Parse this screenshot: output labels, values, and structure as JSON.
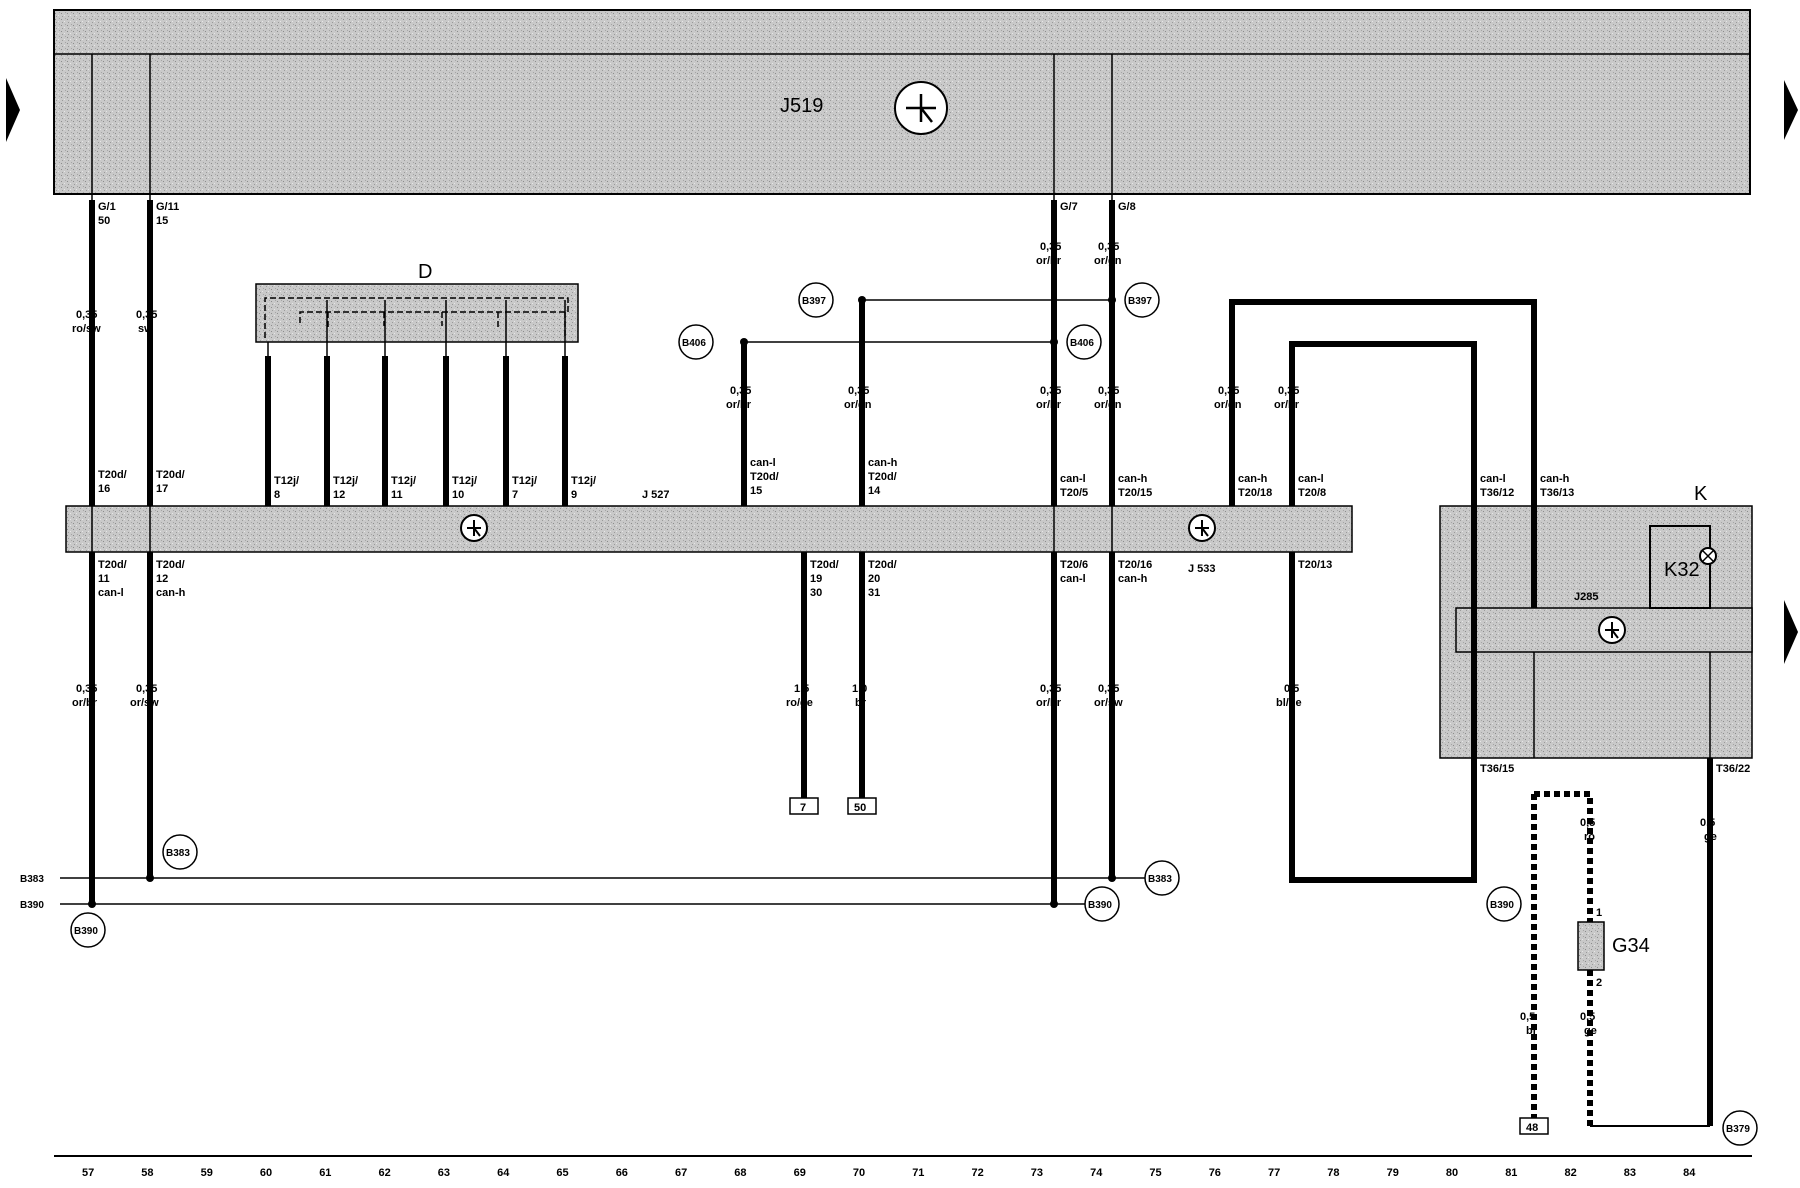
{
  "modules": {
    "j519": "J519",
    "j527": "J 527",
    "j533": "J 533",
    "j285": "J285",
    "k": "K",
    "k32": "K32",
    "d": "D",
    "g34": "G34"
  },
  "top_pins": {
    "p1": [
      "G/1",
      "50"
    ],
    "p2": [
      "G/11",
      "15"
    ],
    "p3": [
      "G/7"
    ],
    "p4": [
      "G/8"
    ]
  },
  "wires_top": {
    "w1": [
      "0,35",
      "ro/sw"
    ],
    "w2": [
      "0,35",
      "sw"
    ],
    "w3": [
      "0,35",
      "or/br"
    ],
    "w4": [
      "0,35",
      "or/gn"
    ]
  },
  "wires_mid": {
    "w68": [
      "0,35",
      "or/br"
    ],
    "w70": [
      "0,35",
      "or/gn"
    ],
    "w73": [
      "0,35",
      "or/br"
    ],
    "w74": [
      "0,35",
      "or/gn"
    ],
    "w76": [
      "0,35",
      "or/gn"
    ],
    "w77": [
      "0,35",
      "or/br"
    ]
  },
  "conn_j527_top": {
    "c57": [
      "T20d/",
      "16"
    ],
    "c58": [
      "T20d/",
      "17"
    ],
    "c60": [
      "T12j/",
      "8"
    ],
    "c61": [
      "T12j/",
      "12"
    ],
    "c62": [
      "T12j/",
      "11"
    ],
    "c63": [
      "T12j/",
      "10"
    ],
    "c64": [
      "T12j/",
      "7"
    ],
    "c65": [
      "T12j/",
      "9"
    ],
    "c68": [
      "can-l",
      "T20d/",
      "15"
    ],
    "c70": [
      "can-h",
      "T20d/",
      "14"
    ]
  },
  "conn_j533_top": {
    "c73": [
      "can-l",
      "T20/5"
    ],
    "c74": [
      "can-h",
      "T20/15"
    ],
    "c76": [
      "can-h",
      "T20/18"
    ],
    "c77": [
      "can-l",
      "T20/8"
    ]
  },
  "conn_k_top": {
    "c80": [
      "can-l",
      "T36/12"
    ],
    "c81": [
      "can-h",
      "T36/13"
    ]
  },
  "conn_bottom": {
    "c57": [
      "T20d/",
      "11",
      "can-l"
    ],
    "c58": [
      "T20d/",
      "12",
      "can-h"
    ],
    "c69": [
      "T20d/",
      "19",
      "30"
    ],
    "c70": [
      "T20d/",
      "20",
      "31"
    ],
    "c73": [
      "T20/6",
      "can-l"
    ],
    "c74": [
      "T20/16",
      "can-h"
    ],
    "c77": [
      "T20/13"
    ],
    "c80": [
      "T36/15"
    ],
    "c84": [
      "T36/22"
    ]
  },
  "wires_bottom": {
    "w57": [
      "0,35",
      "or/br"
    ],
    "w58": [
      "0,35",
      "or/sw"
    ],
    "w69": [
      "1,5",
      "ro/ge"
    ],
    "w70": [
      "1,0",
      "br"
    ],
    "w73": [
      "0,35",
      "or/br"
    ],
    "w74": [
      "0,35",
      "or/sw"
    ],
    "w77": [
      "0,5",
      "bl/ge"
    ],
    "w82a": [
      "0,5",
      "ro"
    ],
    "w82b": [
      "0,5",
      "ge"
    ],
    "w81": [
      "0,5",
      "br"
    ],
    "w84": [
      "0,5",
      "ge"
    ]
  },
  "nodes": {
    "b397a": "B397",
    "b397b": "B397",
    "b406a": "B406",
    "b406b": "B406",
    "b383a": "B383",
    "b383b": "B383",
    "b390a": "B390",
    "b390b": "B390",
    "b390c": "B390",
    "b379": "B379",
    "side_b383": "B383",
    "side_b390": "B390"
  },
  "terminals": {
    "t7": "7",
    "t50": "50",
    "t48": "48"
  },
  "g34_pins": {
    "p1": "1",
    "p2": "2"
  },
  "ruler": [
    "57",
    "58",
    "59",
    "60",
    "61",
    "62",
    "63",
    "64",
    "65",
    "66",
    "67",
    "68",
    "69",
    "70",
    "71",
    "72",
    "73",
    "74",
    "75",
    "76",
    "77",
    "78",
    "79",
    "80",
    "81",
    "82",
    "83",
    "84"
  ]
}
